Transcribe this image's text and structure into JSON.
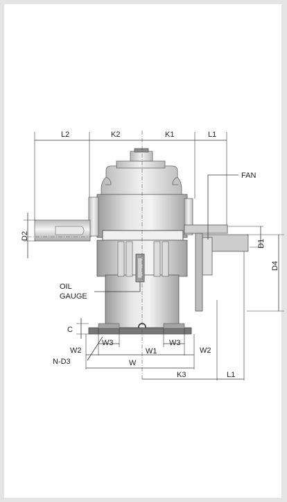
{
  "labels": {
    "l2": "L2",
    "k2": "K2",
    "k1": "K1",
    "l1_top": "L1",
    "fan": "FAN",
    "d2": "D2",
    "d1": "D1",
    "d4": "D4",
    "oil": "OIL",
    "gauge": "GAUGE",
    "c": "C",
    "w3_left": "W3",
    "w3_right": "W3",
    "w2_left": "W2",
    "w1": "W1",
    "w2_right": "W2",
    "nd3": "N-D3",
    "w": "W",
    "k3": "K3",
    "l1_bottom": "L1"
  }
}
